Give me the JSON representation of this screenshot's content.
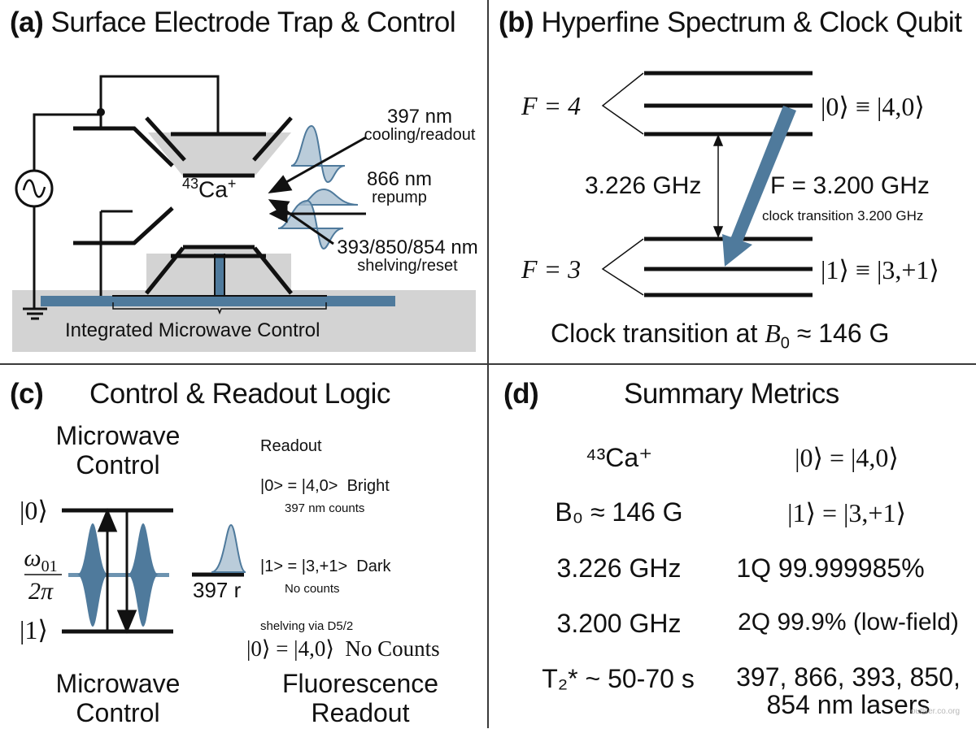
{
  "panels": {
    "a": {
      "label": "(a)",
      "title": "Surface Electrode Trap & Control",
      "ion": {
        "mass": "43",
        "symbol": "Ca",
        "charge": "+"
      },
      "lasers": [
        {
          "wavelength": "397 nm",
          "role": "cooling/readout"
        },
        {
          "wavelength": "866 nm",
          "role": "repump"
        },
        {
          "wavelength": "393/850/854 nm",
          "role": "shelving/reset"
        }
      ],
      "substrate_label": "Integrated Microwave Control",
      "icons": [
        "ac-source-icon",
        "ground-icon"
      ]
    },
    "b": {
      "label": "(b)",
      "title": "Hyperfine Spectrum & Clock Qubit",
      "upper_manifold": "F = 4",
      "lower_manifold": "F = 3",
      "state0": "|0⟩ ≡ |4,0⟩",
      "state1": "|1⟩ ≡ |3,+1⟩",
      "hyperfine_splitting": "3.226 GHz",
      "clock_label": "F = 3.200 GHz",
      "clock_note": "clock transition 3.200 GHz",
      "footer_prefix": "Clock transition at ",
      "footer_field": "B",
      "footer_sub": "0",
      "footer_suffix": " ≈ 146 G"
    },
    "c": {
      "label": "(c)",
      "title": "Control & Readout Logic",
      "mw_title_top": [
        "Microwave",
        "Control"
      ],
      "ket0": "|0⟩",
      "ket1": "|1⟩",
      "freq_num": "ω",
      "freq_sub": "01",
      "freq_den": "2π",
      "laser_label": "397 r",
      "readout_heading": "Readout",
      "bright_state": "|0> = |4,0>  Bright",
      "bright_note": "397 nm counts",
      "dark_state": "|1> = |3,+1>  Dark",
      "dark_note": "No counts",
      "shelving_note": "shelving via D5/2",
      "shelved_line": "|0⟩ = |4,0⟩  No Counts",
      "mw_title_bottom": [
        "Microwave",
        "Control"
      ],
      "fl_title_bottom": [
        "Fluorescence",
        "Readout"
      ]
    },
    "d": {
      "label": "(d)",
      "title": "Summary Metrics",
      "rows": [
        {
          "left": "⁴³Ca⁺",
          "right": "|0⟩ = |4,0⟩"
        },
        {
          "left": "B₀ ≈ 146 G",
          "right": "|1⟩ = |3,+1⟩"
        },
        {
          "left": "3.226 GHz",
          "right": "1Q 99.999985%"
        },
        {
          "left": "3.200 GHz",
          "right": "2Q 99.9% (low-field)"
        },
        {
          "left": "T₂* ~ 50-70 s",
          "right": "397, 866, 393, 850,"
        }
      ],
      "last_line": "854 nm lasers"
    }
  },
  "colors": {
    "accent_blue": "#4f7a9c",
    "light_blue": "#a9bfd1",
    "substrate_gray": "#d3d3d3",
    "line": "#111111",
    "divider": "#3a3a3a"
  },
  "watermark": "outliter.co.org"
}
